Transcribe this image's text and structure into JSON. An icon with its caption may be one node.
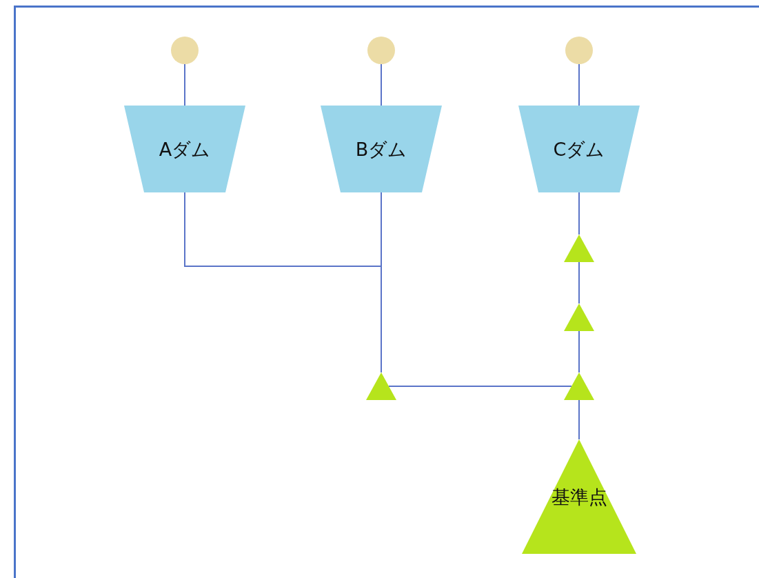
{
  "diagram": {
    "nodes": [
      {
        "text": [],
        "shape": "circle"
      },
      {
        "text": [],
        "shape": "circle"
      },
      {
        "text": [],
        "shape": "circle"
      },
      {
        "text": [
          "Aダム"
        ]
      },
      {
        "text": [
          "Bダム"
        ]
      },
      {
        "text": [
          "Cダム"
        ]
      },
      {
        "text": [],
        "shape": "triangle"
      },
      {
        "text": [],
        "shape": "triangle"
      },
      {
        "text": [],
        "shape": "triangle"
      },
      {
        "text": [],
        "shape": "triangle"
      },
      {
        "text": [
          "基準点"
        ]
      }
    ],
    "edges": [
      {
        "from": 0,
        "to": 3,
        "arrow": "none"
      },
      {
        "from": 1,
        "to": 4,
        "arrow": "none"
      },
      {
        "from": 2,
        "to": 5,
        "arrow": "none"
      },
      {
        "from": 3,
        "to": 6,
        "arrow": "none"
      },
      {
        "from": 4,
        "to": 6,
        "arrow": "none"
      },
      {
        "from": 5,
        "to": 7,
        "arrow": "none"
      },
      {
        "from": 7,
        "to": 8,
        "arrow": "none"
      },
      {
        "from": 8,
        "to": 9,
        "arrow": "none"
      },
      {
        "from": 6,
        "to": 9,
        "arrow": "none"
      },
      {
        "from": 9,
        "to": 10,
        "arrow": "none"
      }
    ]
  }
}
